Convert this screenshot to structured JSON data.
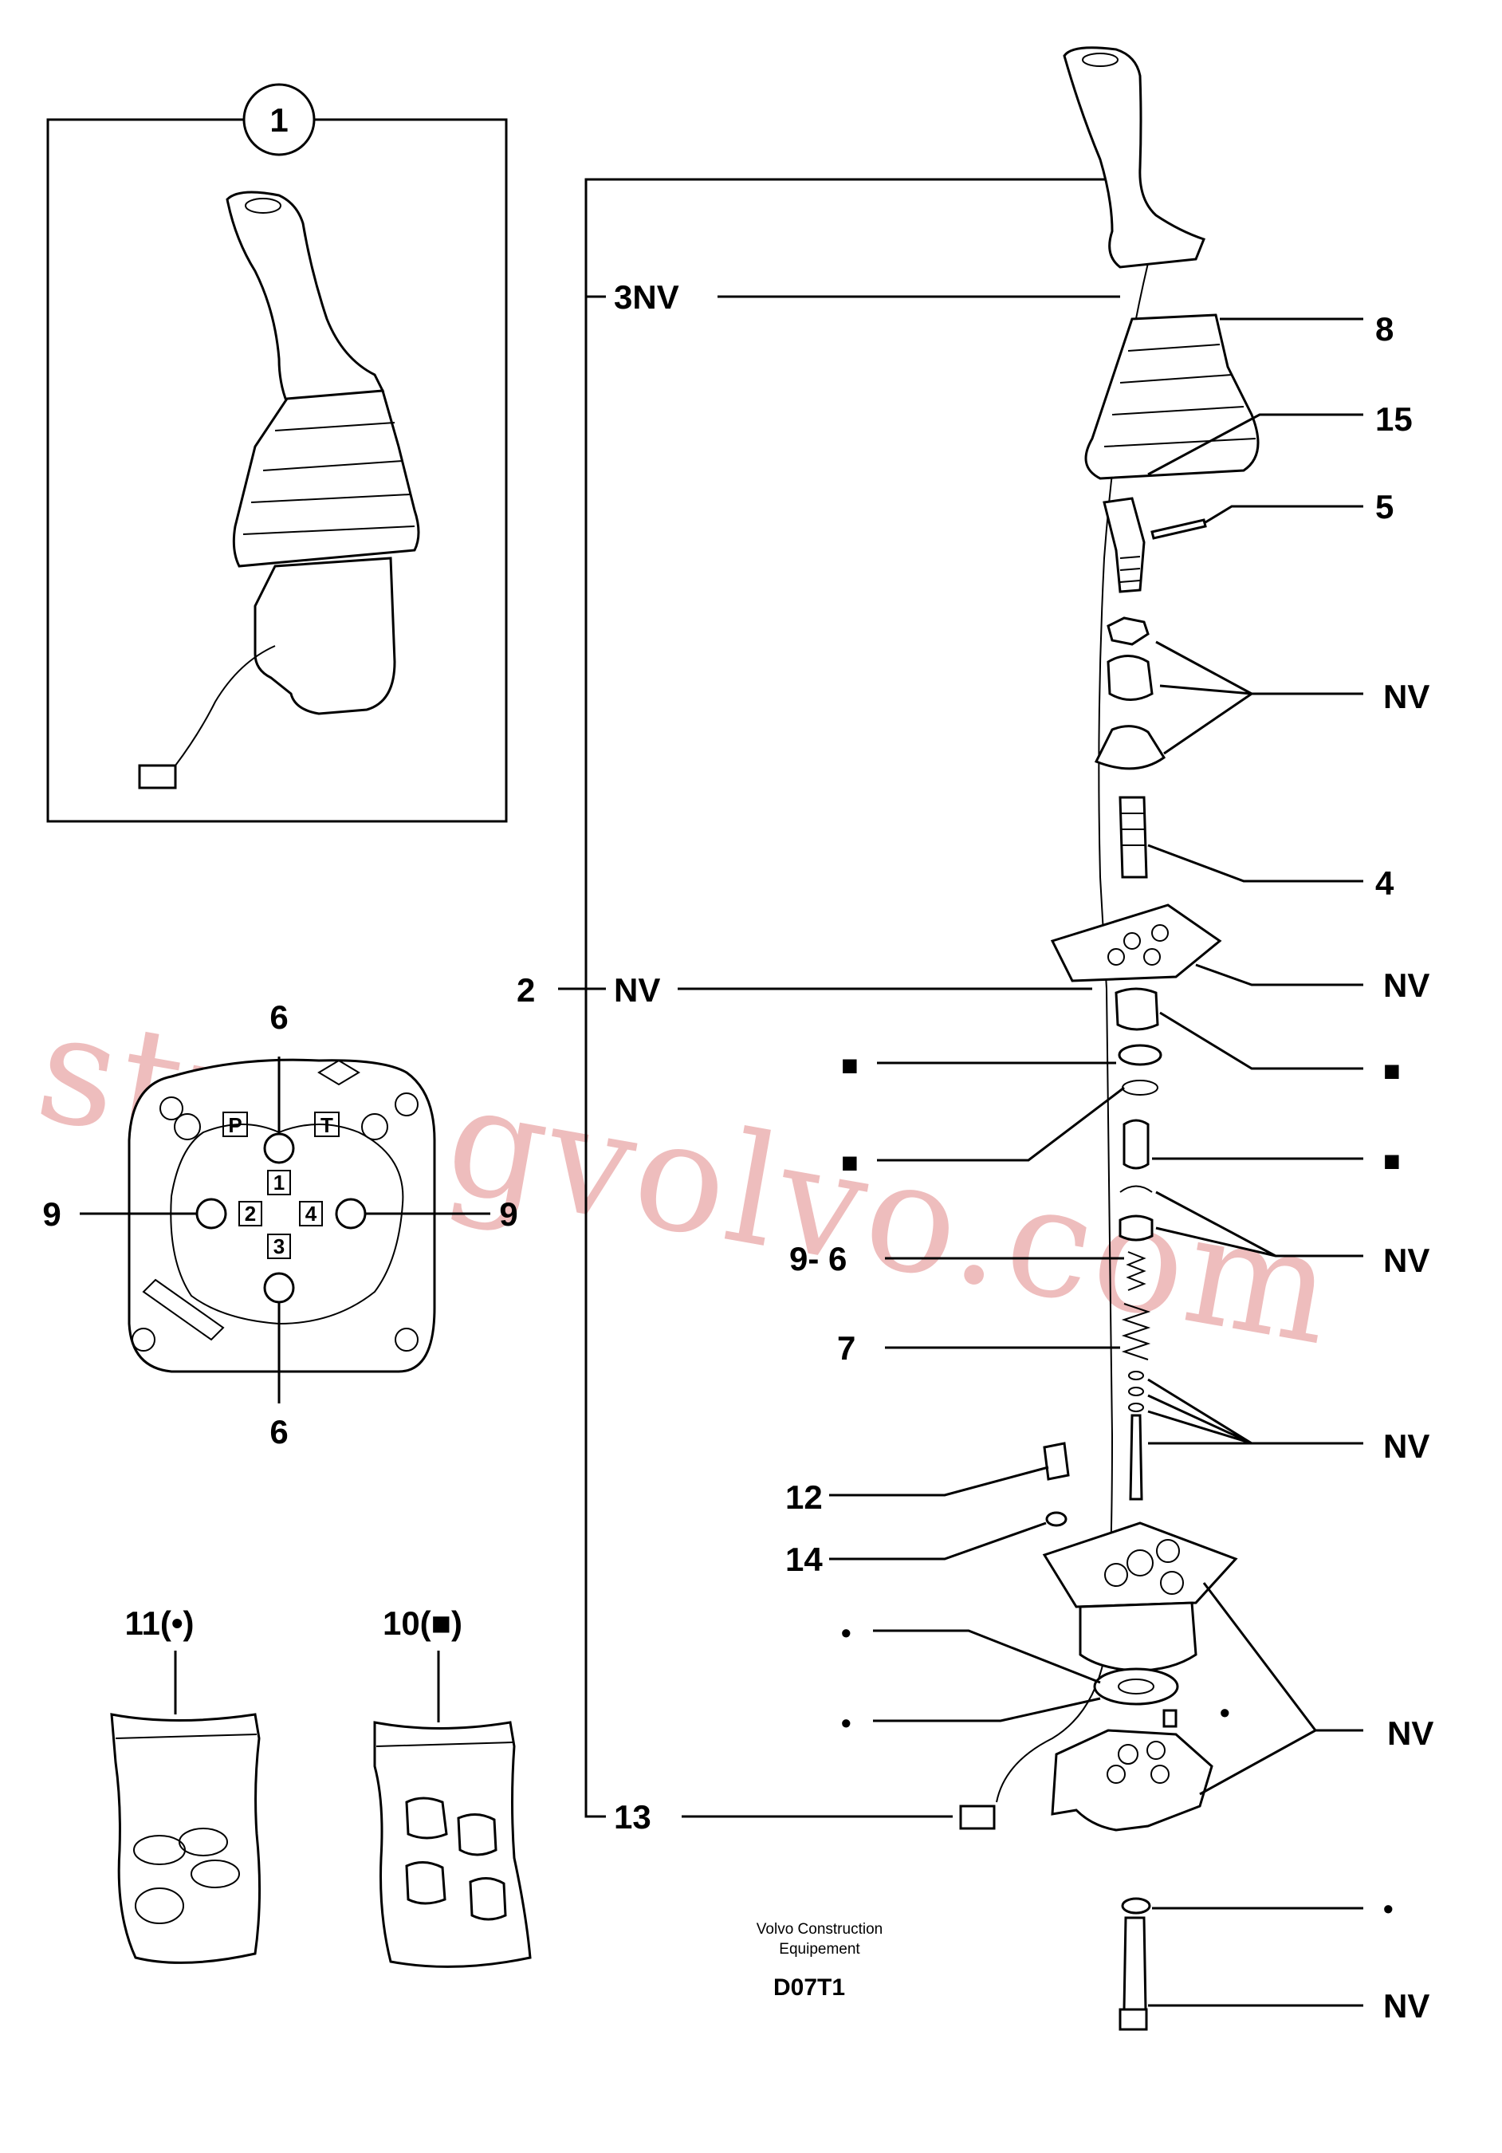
{
  "inset": {
    "callout": "1"
  },
  "labels": {
    "item_8": "8",
    "item_15": "15",
    "item_5": "5",
    "item_4": "4",
    "item_3": "3NV",
    "item_2": "2",
    "item_2_nv": "NV",
    "nv": "NV",
    "item_7": "7",
    "item_9_6": "9- 6",
    "item_12": "12",
    "item_14": "14",
    "item_13": "13",
    "face_top": "6",
    "face_bottom": "6",
    "face_left": "9",
    "face_right": "9",
    "bag_11": "11(•)",
    "bag_10": "10(■)",
    "square": "■",
    "dot": "•"
  },
  "face": {
    "port1": "1",
    "port2": "2",
    "port3": "3",
    "port4": "4",
    "tag_p": "P",
    "tag_t": "T"
  },
  "footer": {
    "company_line1": "Volvo Construction",
    "company_line2": "Equipement",
    "drawing_code": "D07T1"
  },
  "watermark": "strongvolvo.com"
}
